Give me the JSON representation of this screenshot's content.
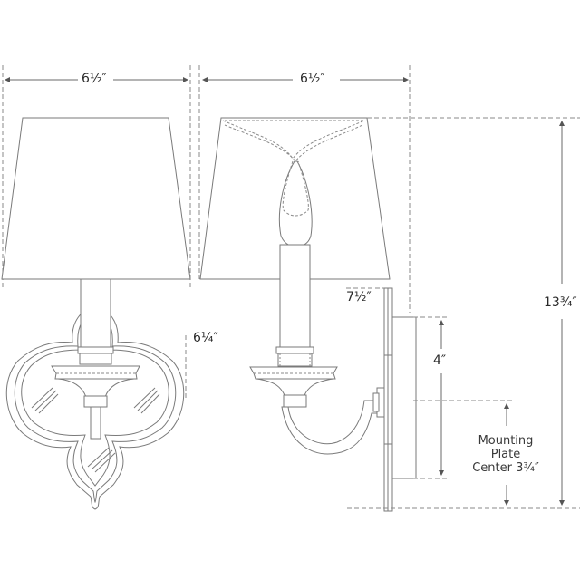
{
  "drawing": {
    "type": "dimensioned product line drawing",
    "subject": "single-arm wall sconce with lamp shade, quatrefoil backplate (front view) and side view",
    "line_color": "#7a7a7a",
    "text_color": "#2a2a2a"
  },
  "views": {
    "front": {
      "width_label": "6½″",
      "backplate_width_label": "6¼″"
    },
    "side": {
      "shade_width_label": "6½″",
      "extension_label": "7½″",
      "overall_height_label": "13¾″",
      "arm_offset_label": "4″",
      "mounting_plate_label": [
        "Mounting",
        "Plate",
        "Center 3¾″"
      ]
    }
  }
}
